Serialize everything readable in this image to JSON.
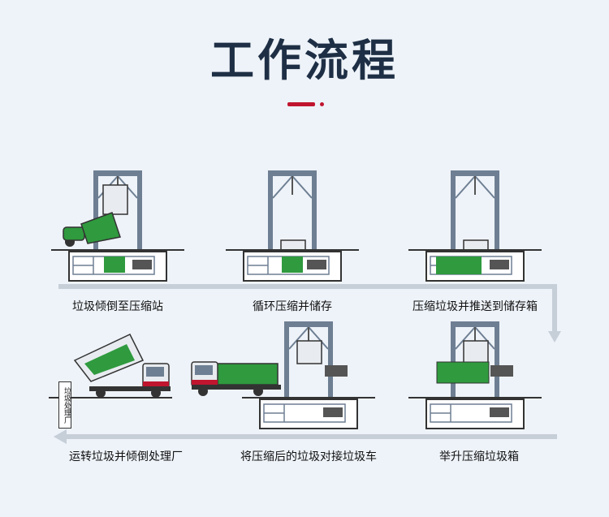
{
  "title": "工作流程",
  "accent_color": "#c0152f",
  "frame_color": "#6e7f93",
  "garbage_color": "#2f9a3e",
  "arrow_color": "#c6ced8",
  "steps": [
    {
      "label": "垃圾倾倒至压缩站"
    },
    {
      "label": "循环压缩并储存"
    },
    {
      "label": "压缩垃圾并推送到储存箱"
    },
    {
      "label": "举升压缩垃圾箱"
    },
    {
      "label": "将压缩后的垃圾对接垃圾车"
    },
    {
      "label": "运转垃圾并倾倒处理厂"
    }
  ],
  "plant_sign": "垃圾处理厂"
}
